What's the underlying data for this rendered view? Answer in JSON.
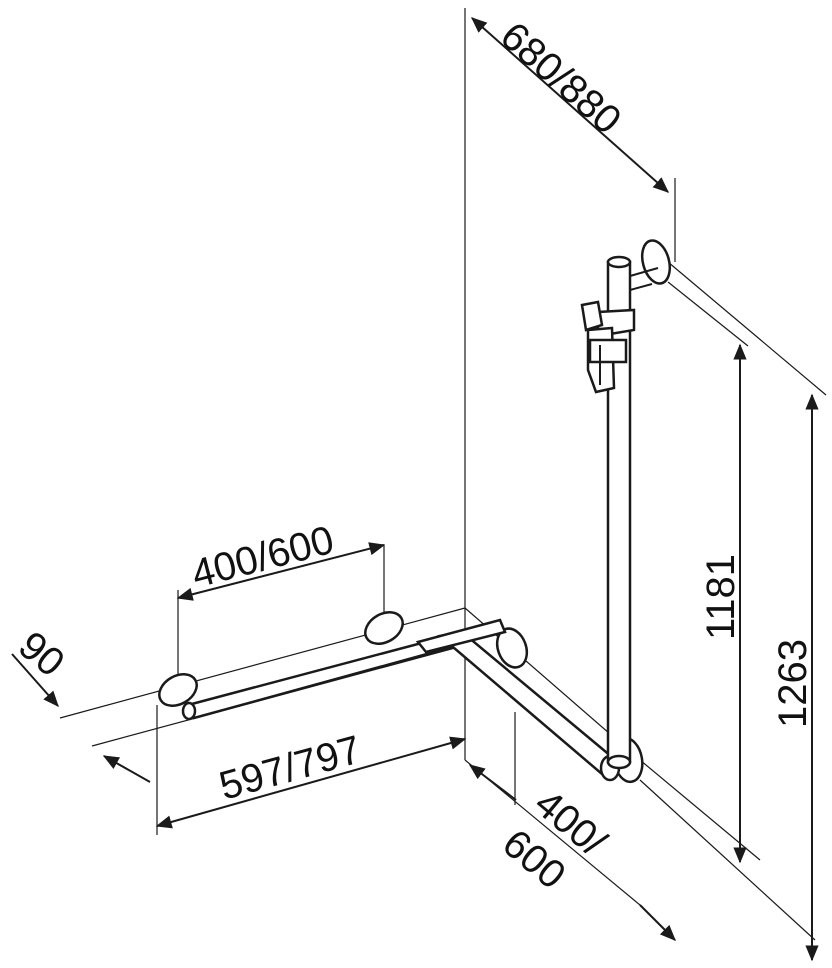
{
  "diagram": {
    "subject": "L-shaped grab bar with vertical shower rail and hand shower holder",
    "colors": {
      "line": "#1a1a1a",
      "background": "#ffffff"
    },
    "dimensions": {
      "depth": "90",
      "rail_length": "400/600",
      "bar_length": "597/797",
      "return_length_line1": "400/",
      "return_length_line2": "600",
      "top_offset": "680/880",
      "vertical_height": "1181",
      "total_height": "1263"
    }
  }
}
